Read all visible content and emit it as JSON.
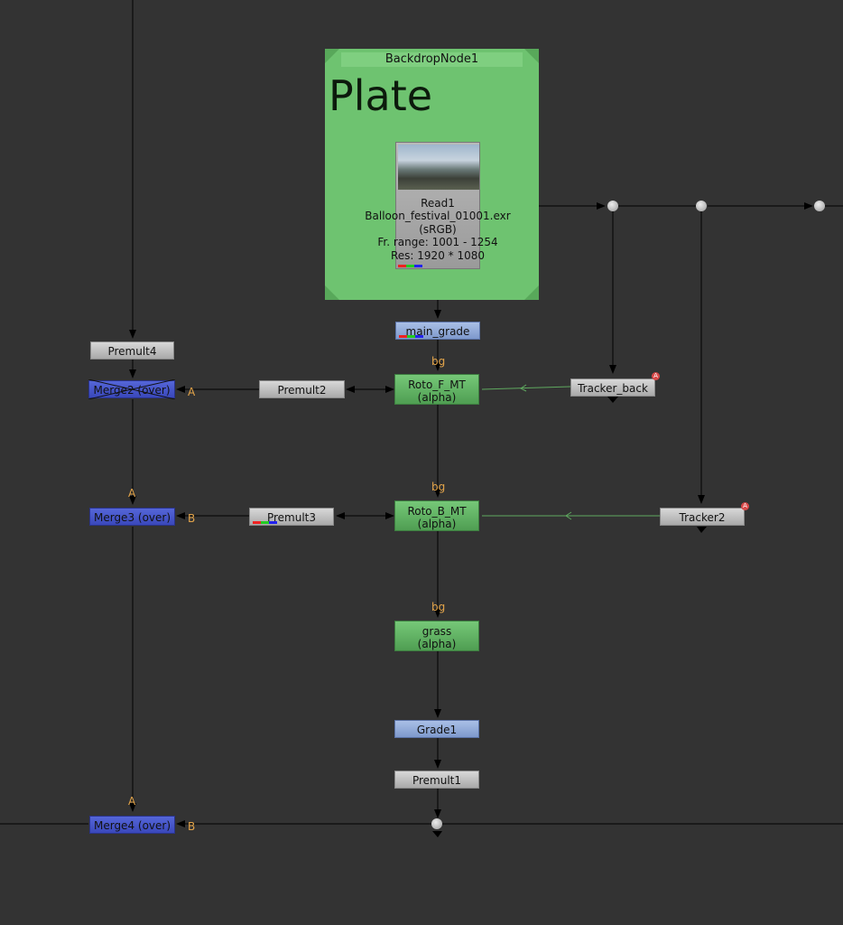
{
  "backdrop": {
    "label": "BackdropNode1",
    "title": "Plate",
    "color": "#6ec370"
  },
  "read_node": {
    "name": "Read1",
    "file": "Balloon_festival_01001.exr",
    "colorspace": "(sRGB)",
    "frame_range": "Fr. range: 1001 - 1254",
    "resolution": "Res: 1920 * 1080"
  },
  "nodes": {
    "main_grade": "main_grade",
    "premult4": "Premult4",
    "merge2": "Merge2 (over)",
    "premult2": "Premult2",
    "roto_f": {
      "name": "Roto_F_MT",
      "sub": "(alpha)"
    },
    "tracker_back": "Tracker_back",
    "merge3": "Merge3 (over)",
    "premult3": "Premult3",
    "roto_b": {
      "name": "Roto_B_MT",
      "sub": "(alpha)"
    },
    "tracker2": "Tracker2",
    "grass": {
      "name": "grass",
      "sub": "(alpha)"
    },
    "grade1": "Grade1",
    "premult1": "Premult1",
    "merge4": "Merge4 (over)"
  },
  "input_labels": {
    "bg": "bg",
    "a": "A",
    "b": "B"
  },
  "badge_letter": "A",
  "colors": {
    "background": "#333333",
    "merge_blue": "#4452c8",
    "grade_blue": "#8ea8d8",
    "roto_green": "#63b366",
    "input_label": "#e3a44a",
    "tracker_link": "#5fa85f"
  }
}
